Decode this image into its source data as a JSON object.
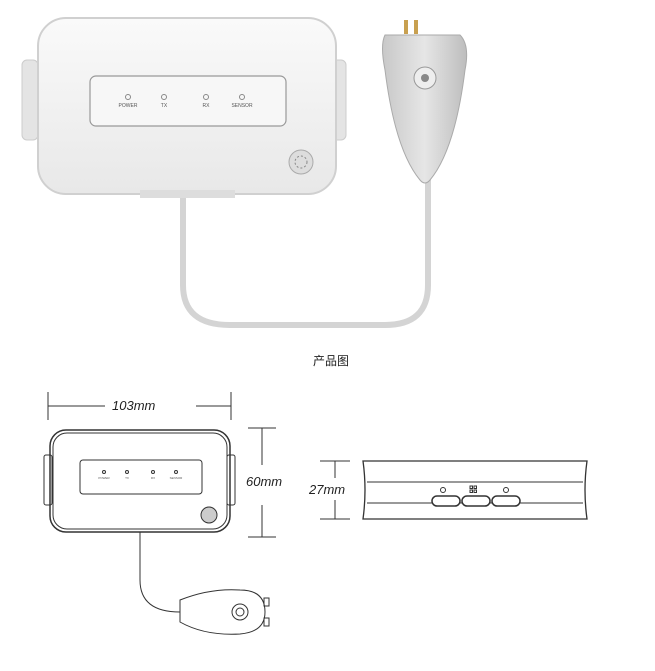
{
  "product": {
    "leds": [
      "POWER",
      "TX",
      "RX",
      "SENSOR"
    ],
    "caption": "产品图"
  },
  "dimensions": {
    "width": "103mm",
    "height": "60mm",
    "depth": "27mm"
  },
  "side_view": {
    "buttons": [
      "power-icon",
      "grid-icon",
      "reset-icon"
    ]
  }
}
